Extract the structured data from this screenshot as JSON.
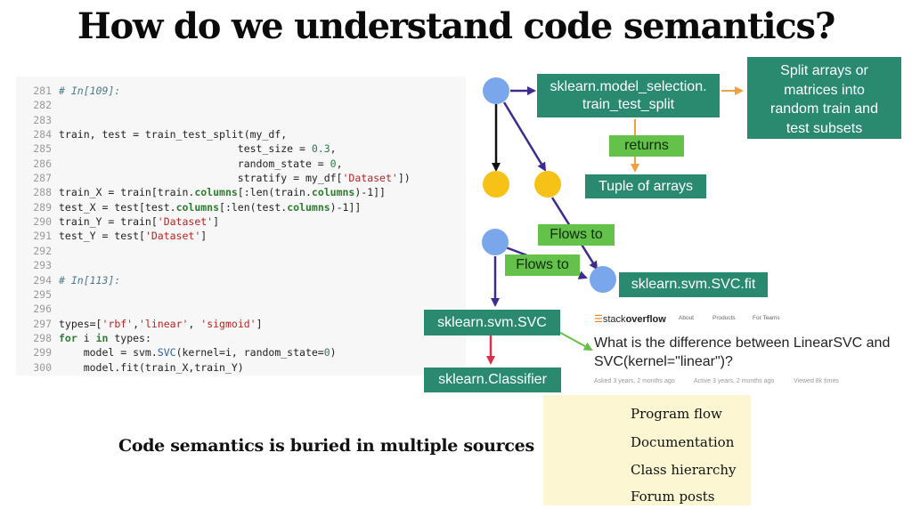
{
  "title": "How do we understand code semantics?",
  "code": {
    "line_numbers": [
      "281",
      "282",
      "283",
      "284",
      "285",
      "286",
      "287",
      "288",
      "289",
      "290",
      "291",
      "292",
      "293",
      "294",
      "295",
      "296",
      "297",
      "298",
      "299",
      "300"
    ],
    "line1": "# In[109]:",
    "line4_a": "train, test = train_test_split(my_df,",
    "line5_a": "                             test_size = ",
    "line5_num": "0.3",
    "line5_b": ",",
    "line6_a": "                             random_state = ",
    "line6_num": "0",
    "line6_b": ",",
    "line7_a": "                             stratify = my_df[",
    "line7_str": "'Dataset'",
    "line7_b": "])",
    "line8_a": "train_X = train[train.",
    "line8_kw": "columns",
    "line8_b": "[:len(train.",
    "line8_kw2": "columns",
    "line8_c": ")-1]]",
    "line9_a": "test_X = test[test.",
    "line9_kw": "columns",
    "line9_b": "[:len(test.",
    "line9_kw2": "columns",
    "line9_c": ")-1]]",
    "line10_a": "train_Y = train[",
    "line10_str": "'Dataset'",
    "line10_b": "]",
    "line11_a": "test_Y = test[",
    "line11_str": "'Dataset'",
    "line11_b": "]",
    "line14": "# In[113]:",
    "line17_a": "types=[",
    "line17_s1": "'rbf'",
    "line17_b": ",",
    "line17_s2": "'linear'",
    "line17_c": ", ",
    "line17_s3": "'sigmoid'",
    "line17_d": "]",
    "line18_for": "for",
    "line18_a": " i ",
    "line18_in": "in",
    "line18_b": " types:",
    "line19_a": "    model = svm.",
    "line19_fn": "SVC",
    "line19_b": "(kernel=i, random_state=",
    "line19_num": "0",
    "line19_c": ")",
    "line20": "    model.fit(train_X,train_Y)"
  },
  "diagram": {
    "node_train_test_split": "sklearn.model_selection.\ntrain_test_split",
    "node_doc": "Split arrays or\nmatrices into\nrandom train and\ntest subsets",
    "label_returns": "returns",
    "node_tuple": "Tuple of arrays",
    "label_flows_to_1": "Flows to",
    "label_flows_to_2": "Flows to",
    "node_svc_fit": "sklearn.svm.SVC.fit",
    "node_svc": "sklearn.svm.SVC",
    "node_classifier": "sklearn.Classifier"
  },
  "stackoverflow": {
    "logo_plain": "stack",
    "logo_bold": "overflow",
    "nav": [
      "About",
      "Products",
      "For Teams"
    ],
    "question": "What is the difference between LinearSVC and SVC(kernel=\"linear\")?",
    "meta": [
      "Asked 3 years, 2 months ago",
      "Active 3 years, 2 months ago",
      "Viewed 8k times"
    ]
  },
  "caption": "Code semantics is buried in multiple sources",
  "legend": {
    "items": [
      {
        "label": "Program  flow",
        "color": "#3f2b8f"
      },
      {
        "label": "Documentation",
        "color": "#f0a040"
      },
      {
        "label": "Class hierarchy",
        "color": "#d8324a"
      },
      {
        "label": "Forum posts",
        "color": "#64c14a"
      }
    ]
  },
  "colors": {
    "teal": "#2a8a70",
    "green_label": "#64c14a",
    "node_blue": "#7aa7ec",
    "node_yellow": "#f6c218",
    "program_flow": "#3f2b8f",
    "documentation": "#f0a040",
    "class_hierarchy": "#d8324a",
    "forum_posts": "#64c14a"
  }
}
